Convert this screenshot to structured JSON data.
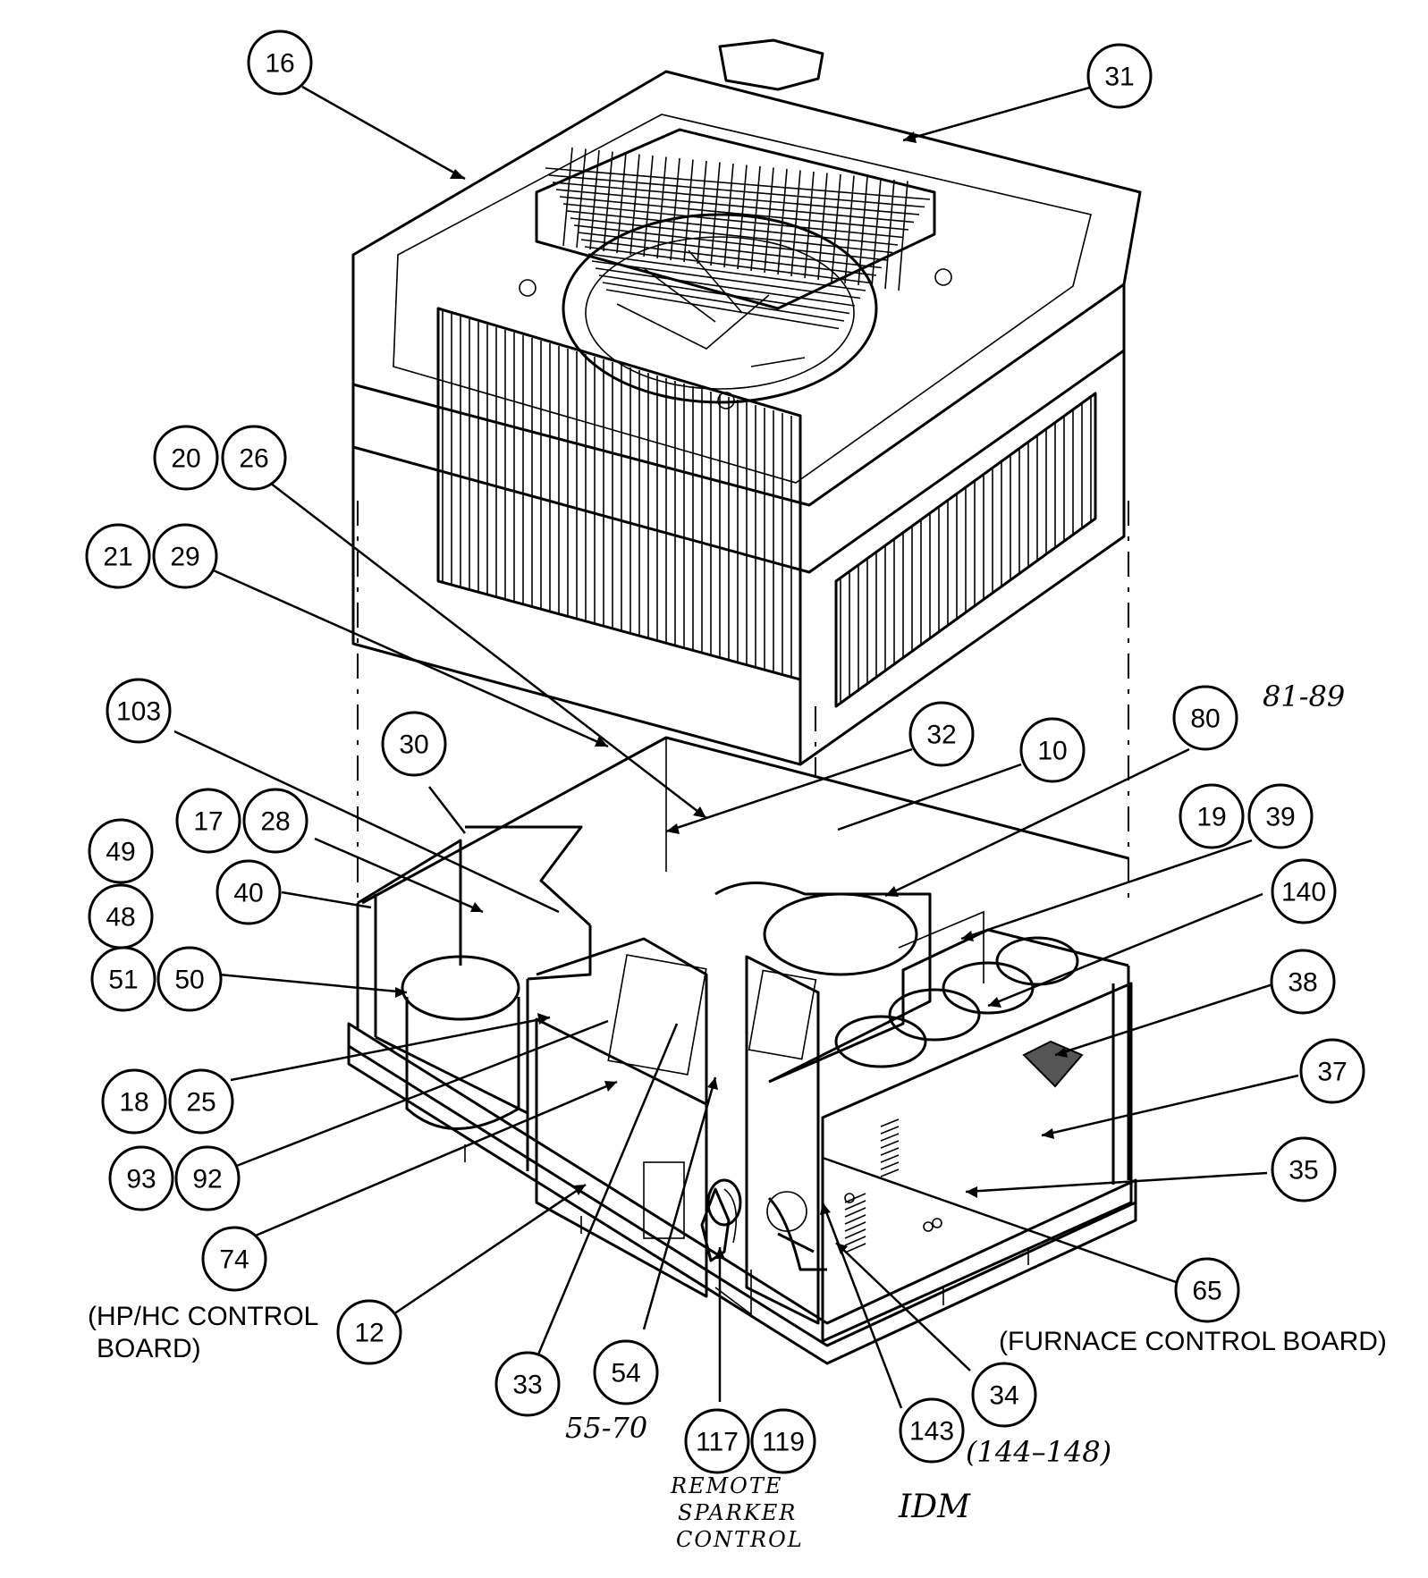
{
  "callouts": [
    {
      "id": "c16",
      "label": "16"
    },
    {
      "id": "c31",
      "label": "31"
    },
    {
      "id": "c20",
      "label": "20"
    },
    {
      "id": "c26",
      "label": "26"
    },
    {
      "id": "c21",
      "label": "21"
    },
    {
      "id": "c29",
      "label": "29"
    },
    {
      "id": "c103",
      "label": "103"
    },
    {
      "id": "c30",
      "label": "30"
    },
    {
      "id": "c32",
      "label": "32"
    },
    {
      "id": "c10",
      "label": "10"
    },
    {
      "id": "c80",
      "label": "80"
    },
    {
      "id": "c17",
      "label": "17"
    },
    {
      "id": "c28",
      "label": "28"
    },
    {
      "id": "c49",
      "label": "49"
    },
    {
      "id": "c19",
      "label": "19"
    },
    {
      "id": "c39",
      "label": "39"
    },
    {
      "id": "c40",
      "label": "40"
    },
    {
      "id": "c48",
      "label": "48"
    },
    {
      "id": "c140",
      "label": "140"
    },
    {
      "id": "c51",
      "label": "51"
    },
    {
      "id": "c50",
      "label": "50"
    },
    {
      "id": "c38",
      "label": "38"
    },
    {
      "id": "c37",
      "label": "37"
    },
    {
      "id": "c18",
      "label": "18"
    },
    {
      "id": "c25",
      "label": "25"
    },
    {
      "id": "c35",
      "label": "35"
    },
    {
      "id": "c93",
      "label": "93"
    },
    {
      "id": "c92",
      "label": "92"
    },
    {
      "id": "c74",
      "label": "74"
    },
    {
      "id": "c65",
      "label": "65"
    },
    {
      "id": "c12",
      "label": "12"
    },
    {
      "id": "c34",
      "label": "34"
    },
    {
      "id": "c33",
      "label": "33"
    },
    {
      "id": "c54",
      "label": "54"
    },
    {
      "id": "c143",
      "label": "143"
    },
    {
      "id": "c117",
      "label": "117"
    },
    {
      "id": "c119",
      "label": "119"
    }
  ],
  "notes": {
    "hp_hc_line1": "(HP/HC CONTROL",
    "hp_hc_line2": "BOARD)",
    "furnace_board": "(FURNACE CONTROL BOARD)",
    "range_81_89": "81-89",
    "range_55_70": "55-70",
    "range_144_148": "(144–148)",
    "remote_line1": "REMOTE",
    "remote_line2": "SPARKER",
    "remote_line3": "CONTROL",
    "idm": "IDM"
  }
}
